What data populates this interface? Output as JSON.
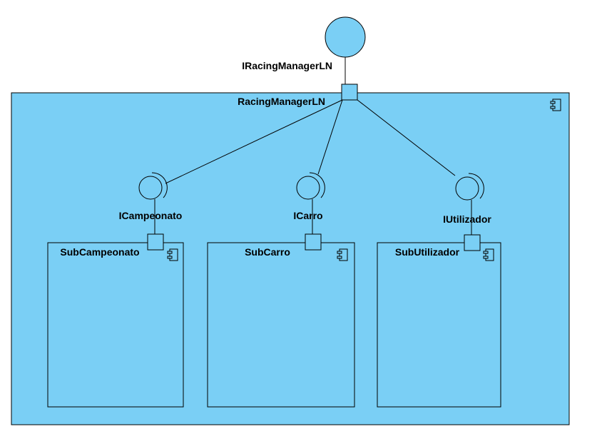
{
  "colors": {
    "fill": "#7ACFF5",
    "stroke": "#000000",
    "background": "#ffffff"
  },
  "provided_interface": {
    "label": "IRacingManagerLN",
    "icon": "lollipop-circle-icon"
  },
  "main_component": {
    "label": "RacingManagerLN",
    "icon": "component-icon"
  },
  "required_interfaces": [
    {
      "label": "ICampeonato",
      "icon": "socket-icon"
    },
    {
      "label": "ICarro",
      "icon": "socket-icon"
    },
    {
      "label": "IUtilizador",
      "icon": "socket-icon"
    }
  ],
  "subcomponents": [
    {
      "label": "SubCampeonato",
      "icon": "component-icon"
    },
    {
      "label": "SubCarro",
      "icon": "component-icon"
    },
    {
      "label": "SubUtilizador",
      "icon": "component-icon"
    }
  ]
}
